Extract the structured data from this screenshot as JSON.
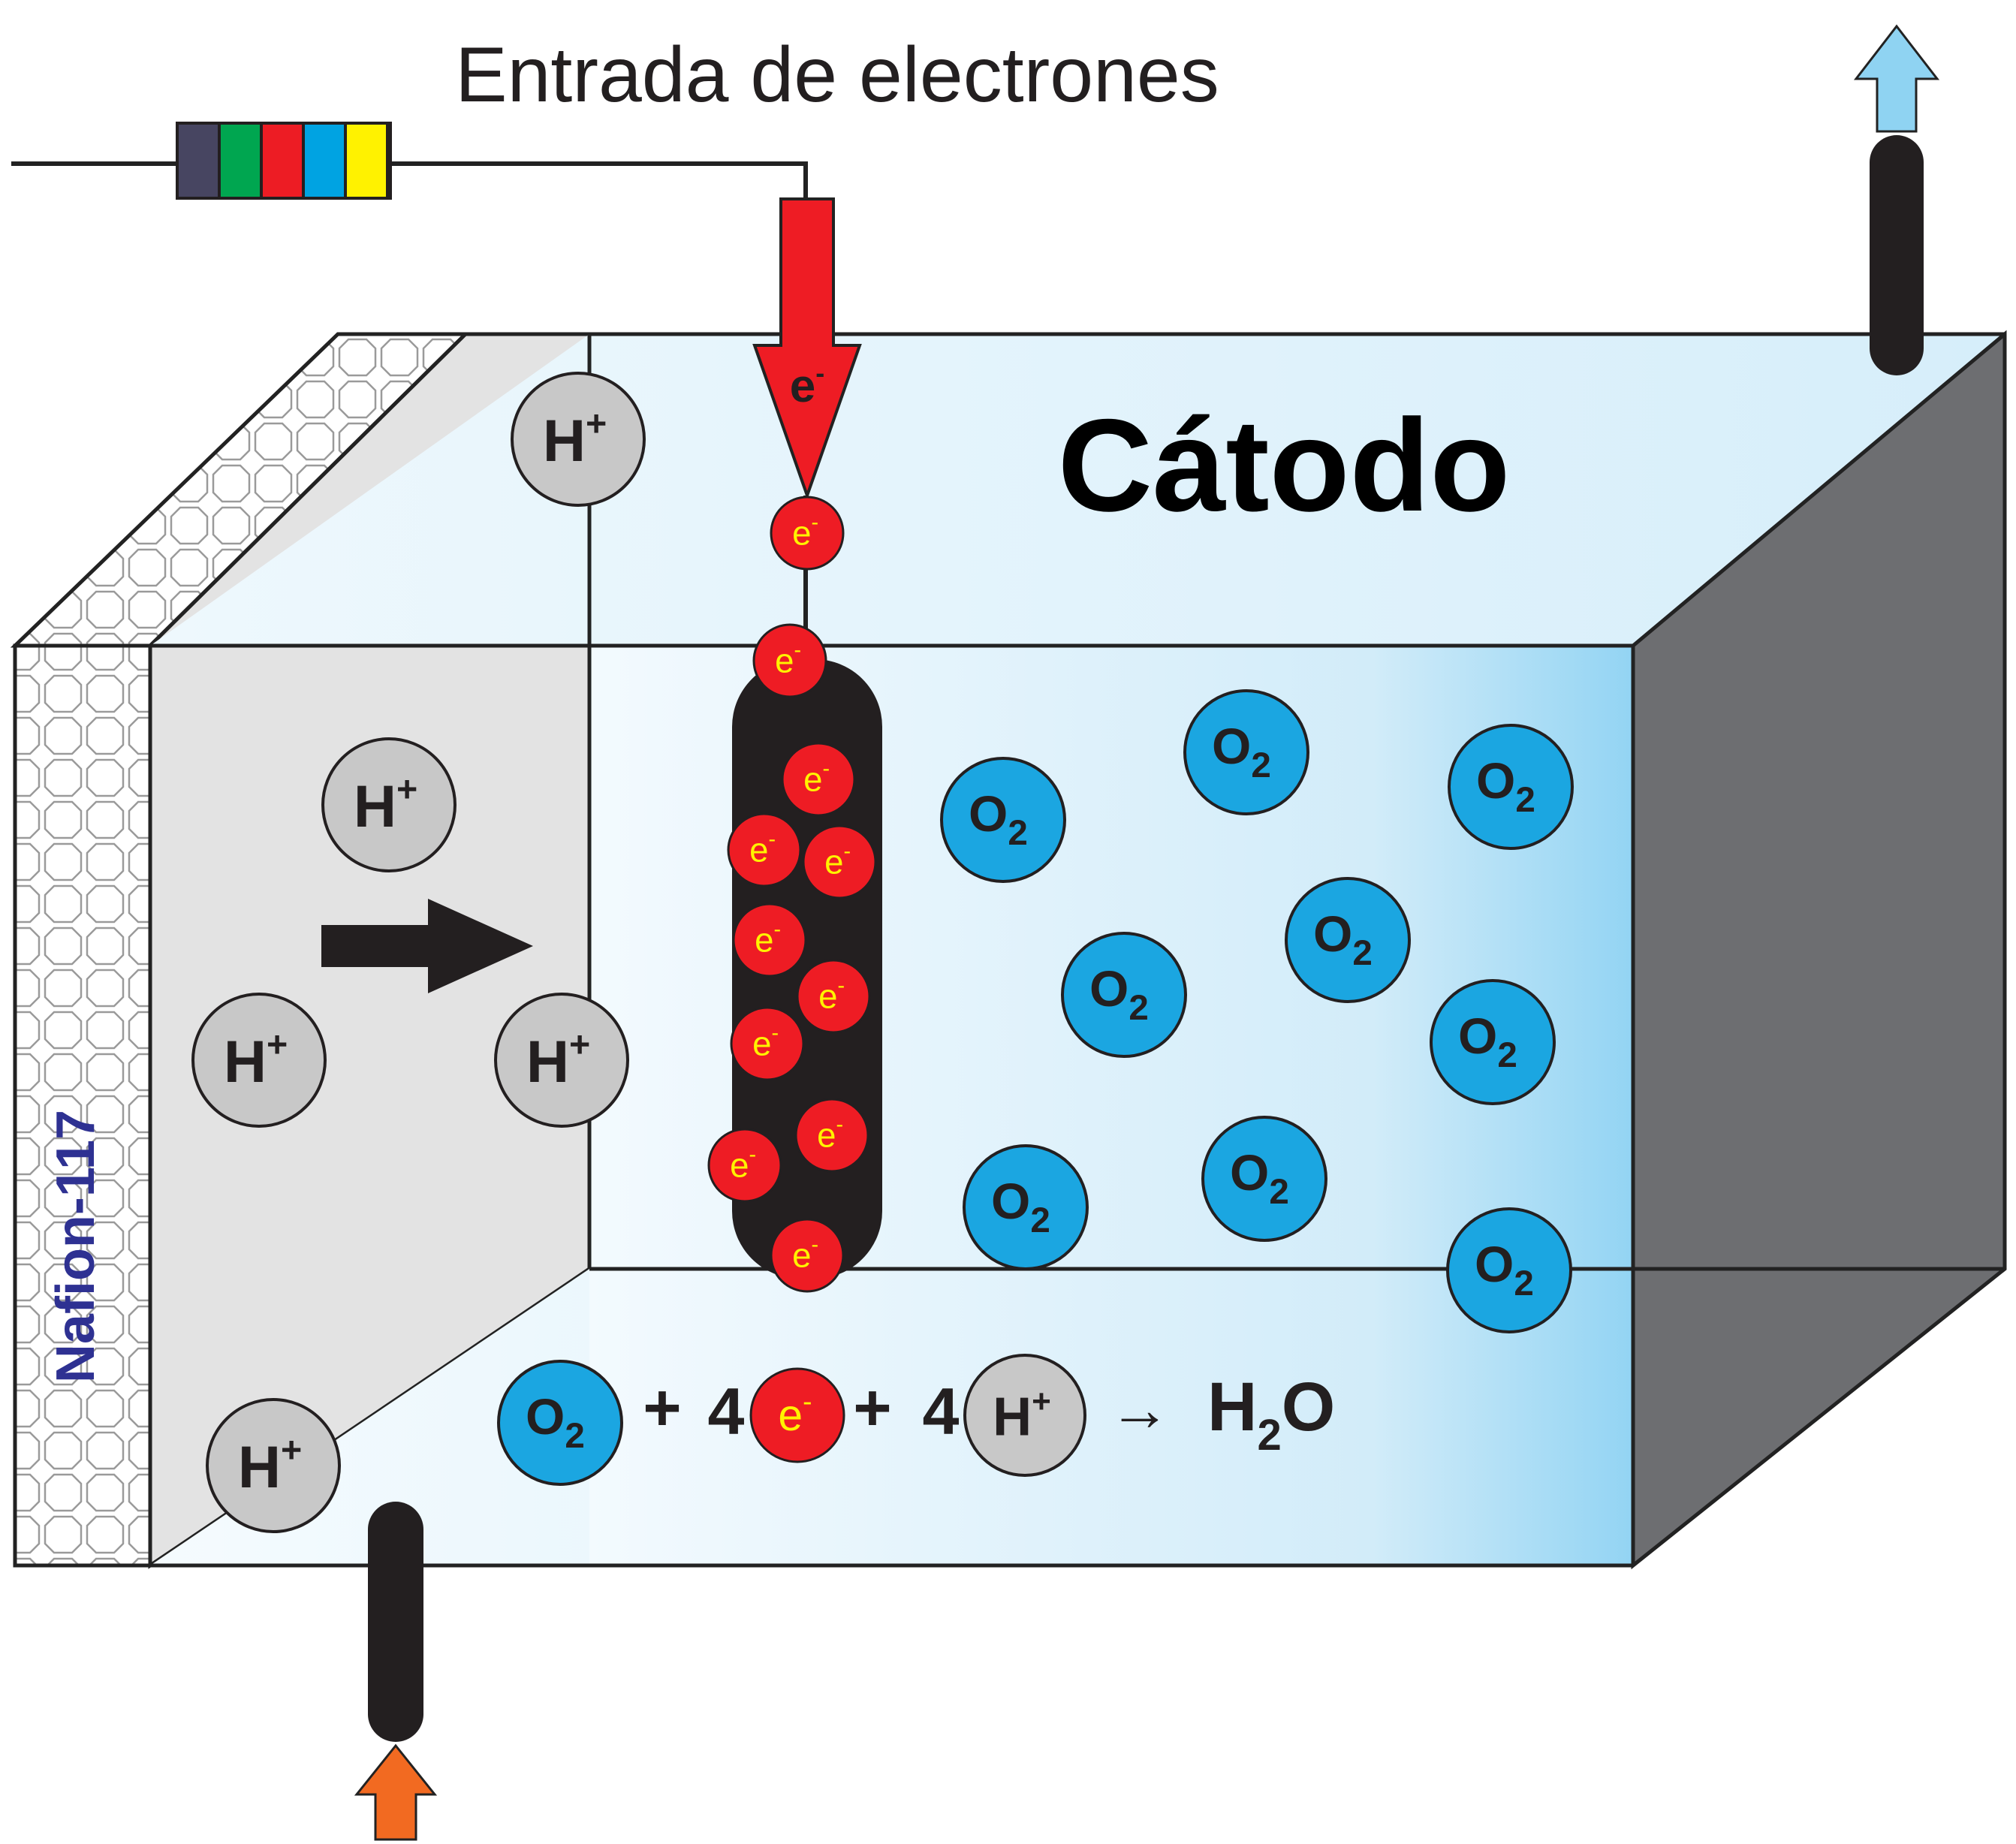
{
  "title": "Entrada de electrones",
  "region_label": "Cátodo",
  "membrane_label": "Nafion-117",
  "electron": {
    "symbol": "e",
    "charge": "-"
  },
  "proton": {
    "symbol": "H",
    "charge": "+"
  },
  "oxygen": {
    "symbol": "O",
    "subscript": "2"
  },
  "equation": {
    "plus": "+",
    "coefficient_electrons": "4",
    "coefficient_protons": "4",
    "arrow": "→",
    "product_symbol": "H",
    "product_subscript": "2",
    "product_tail": "O"
  },
  "colors": {
    "electron_fill": "#ee1c24",
    "electron_text": "#fff200",
    "oxygen_fill": "#1ba6e1",
    "proton_fill": "#c8c8c8",
    "arrow_out": "#8fd3f2",
    "arrow_in": "#f26a21",
    "membrane_label": "#2e3192",
    "resistor_bands": [
      "#474561",
      "#00a650",
      "#ed1c24",
      "#00a3e2",
      "#fff200"
    ]
  }
}
